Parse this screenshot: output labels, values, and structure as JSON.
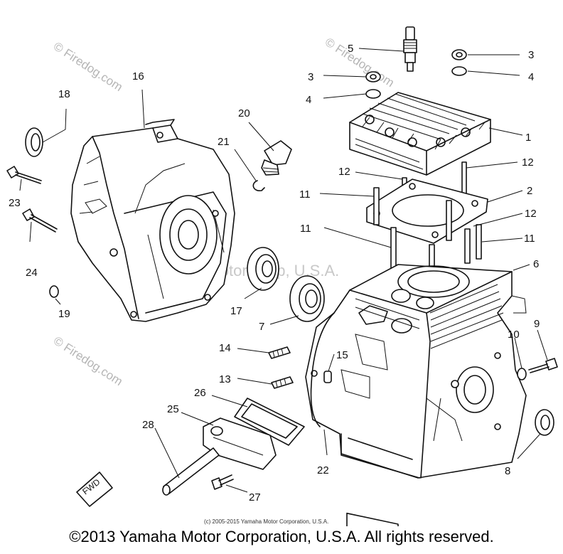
{
  "watermarks": {
    "firedog_top": "© Firedog.com",
    "firedog_right": "© Firedog.com",
    "firedog_left": "© Firedog.com",
    "yamaha_center": "Yamaha Motor Corp, U.S.A."
  },
  "callouts": [
    {
      "id": "c1",
      "text": "1"
    },
    {
      "id": "c2",
      "text": "2"
    },
    {
      "id": "c3a",
      "text": "3"
    },
    {
      "id": "c3b",
      "text": "3"
    },
    {
      "id": "c4a",
      "text": "4"
    },
    {
      "id": "c4b",
      "text": "4"
    },
    {
      "id": "c5",
      "text": "5"
    },
    {
      "id": "c6",
      "text": "6"
    },
    {
      "id": "c7",
      "text": "7"
    },
    {
      "id": "c8",
      "text": "8"
    },
    {
      "id": "c9",
      "text": "9"
    },
    {
      "id": "c10",
      "text": "10"
    },
    {
      "id": "c11a",
      "text": "11"
    },
    {
      "id": "c11b",
      "text": "11"
    },
    {
      "id": "c11c",
      "text": "11"
    },
    {
      "id": "c12a",
      "text": "12"
    },
    {
      "id": "c12b",
      "text": "12"
    },
    {
      "id": "c12c",
      "text": "12"
    },
    {
      "id": "c13",
      "text": "13"
    },
    {
      "id": "c14",
      "text": "14"
    },
    {
      "id": "c15",
      "text": "15"
    },
    {
      "id": "c16",
      "text": "16"
    },
    {
      "id": "c17",
      "text": "17"
    },
    {
      "id": "c18",
      "text": "18"
    },
    {
      "id": "c19",
      "text": "19"
    },
    {
      "id": "c20",
      "text": "20"
    },
    {
      "id": "c21",
      "text": "21"
    },
    {
      "id": "c22",
      "text": "22"
    },
    {
      "id": "c23",
      "text": "23"
    },
    {
      "id": "c24",
      "text": "24"
    },
    {
      "id": "c25",
      "text": "25"
    },
    {
      "id": "c26",
      "text": "26"
    },
    {
      "id": "c27",
      "text": "27"
    },
    {
      "id": "c28",
      "text": "28"
    }
  ],
  "fwd_stamp": "FWD",
  "copyright_small": "(c) 2005-2015 Yamaha Motor Corporation, U.S.A.",
  "copyright_footer": "©2013 Yamaha Motor Corporation, U.S.A. All rights reserved."
}
